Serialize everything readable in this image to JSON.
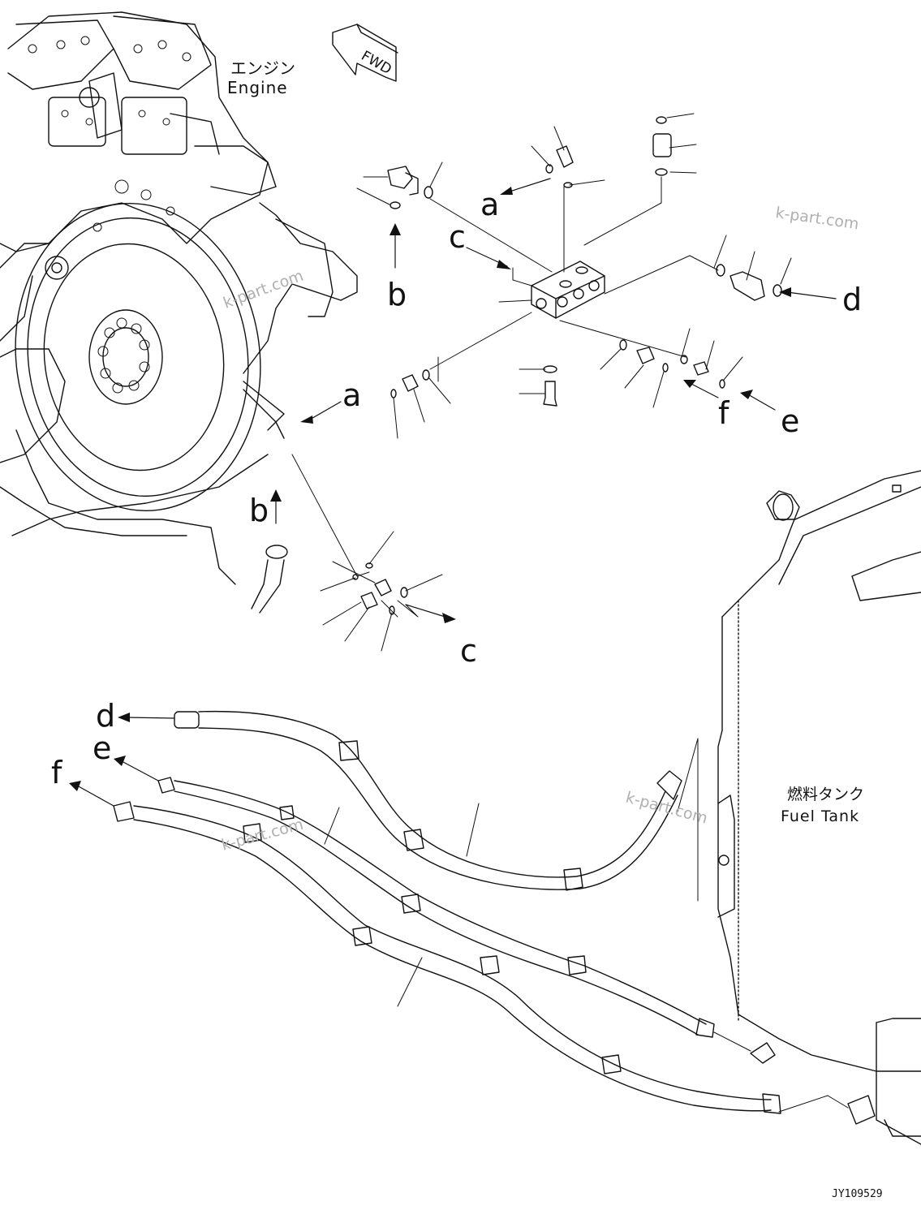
{
  "labels": {
    "engine_jp": "エンジン",
    "engine_en": "Engine",
    "fuel_tank_jp": "燃料タンク",
    "fuel_tank_en": "Fuel Tank",
    "fwd": "FWD",
    "drawing_no": "JY109529",
    "watermark": "k-part.com"
  },
  "callouts": {
    "a": "a",
    "b": "b",
    "c": "c",
    "d": "d",
    "e": "e",
    "f": "f"
  },
  "colors": {
    "line": "#111111",
    "watermark": "#b0b0b0",
    "background": "#ffffff"
  }
}
